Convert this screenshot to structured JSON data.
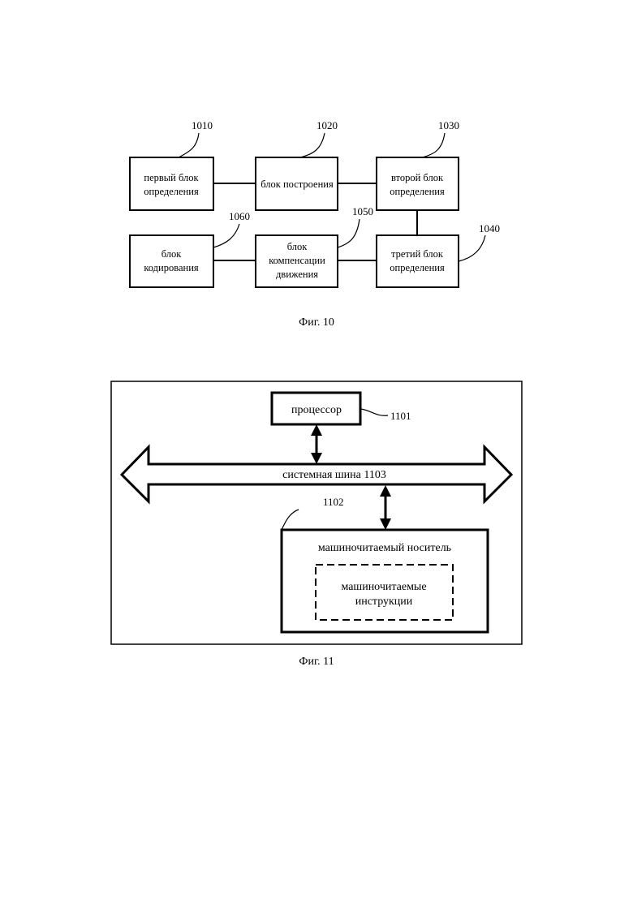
{
  "fig10": {
    "caption": "Фиг. 10",
    "blocks": [
      {
        "id": "1010",
        "lines": [
          "первый блок",
          "определения"
        ]
      },
      {
        "id": "1020",
        "lines": [
          "блок построения"
        ]
      },
      {
        "id": "1030",
        "lines": [
          "второй блок",
          "определения"
        ]
      },
      {
        "id": "1060",
        "lines": [
          "блок",
          "кодирования"
        ]
      },
      {
        "id": "1050",
        "lines": [
          "блок",
          "компенсации",
          "движения"
        ]
      },
      {
        "id": "1040",
        "lines": [
          "третий блок",
          "определения"
        ]
      }
    ]
  },
  "fig11": {
    "caption": "Фиг. 11",
    "processor": {
      "label": "процессор",
      "ref": "1101"
    },
    "bus": {
      "label": "системная шина 1103"
    },
    "medium": {
      "label": "машиночитаемый носитель",
      "ref": "1102"
    },
    "instructions": {
      "lines": [
        "машиночитаемые",
        "инструкции"
      ]
    }
  },
  "colors": {
    "stroke": "#000000",
    "background": "#ffffff"
  }
}
